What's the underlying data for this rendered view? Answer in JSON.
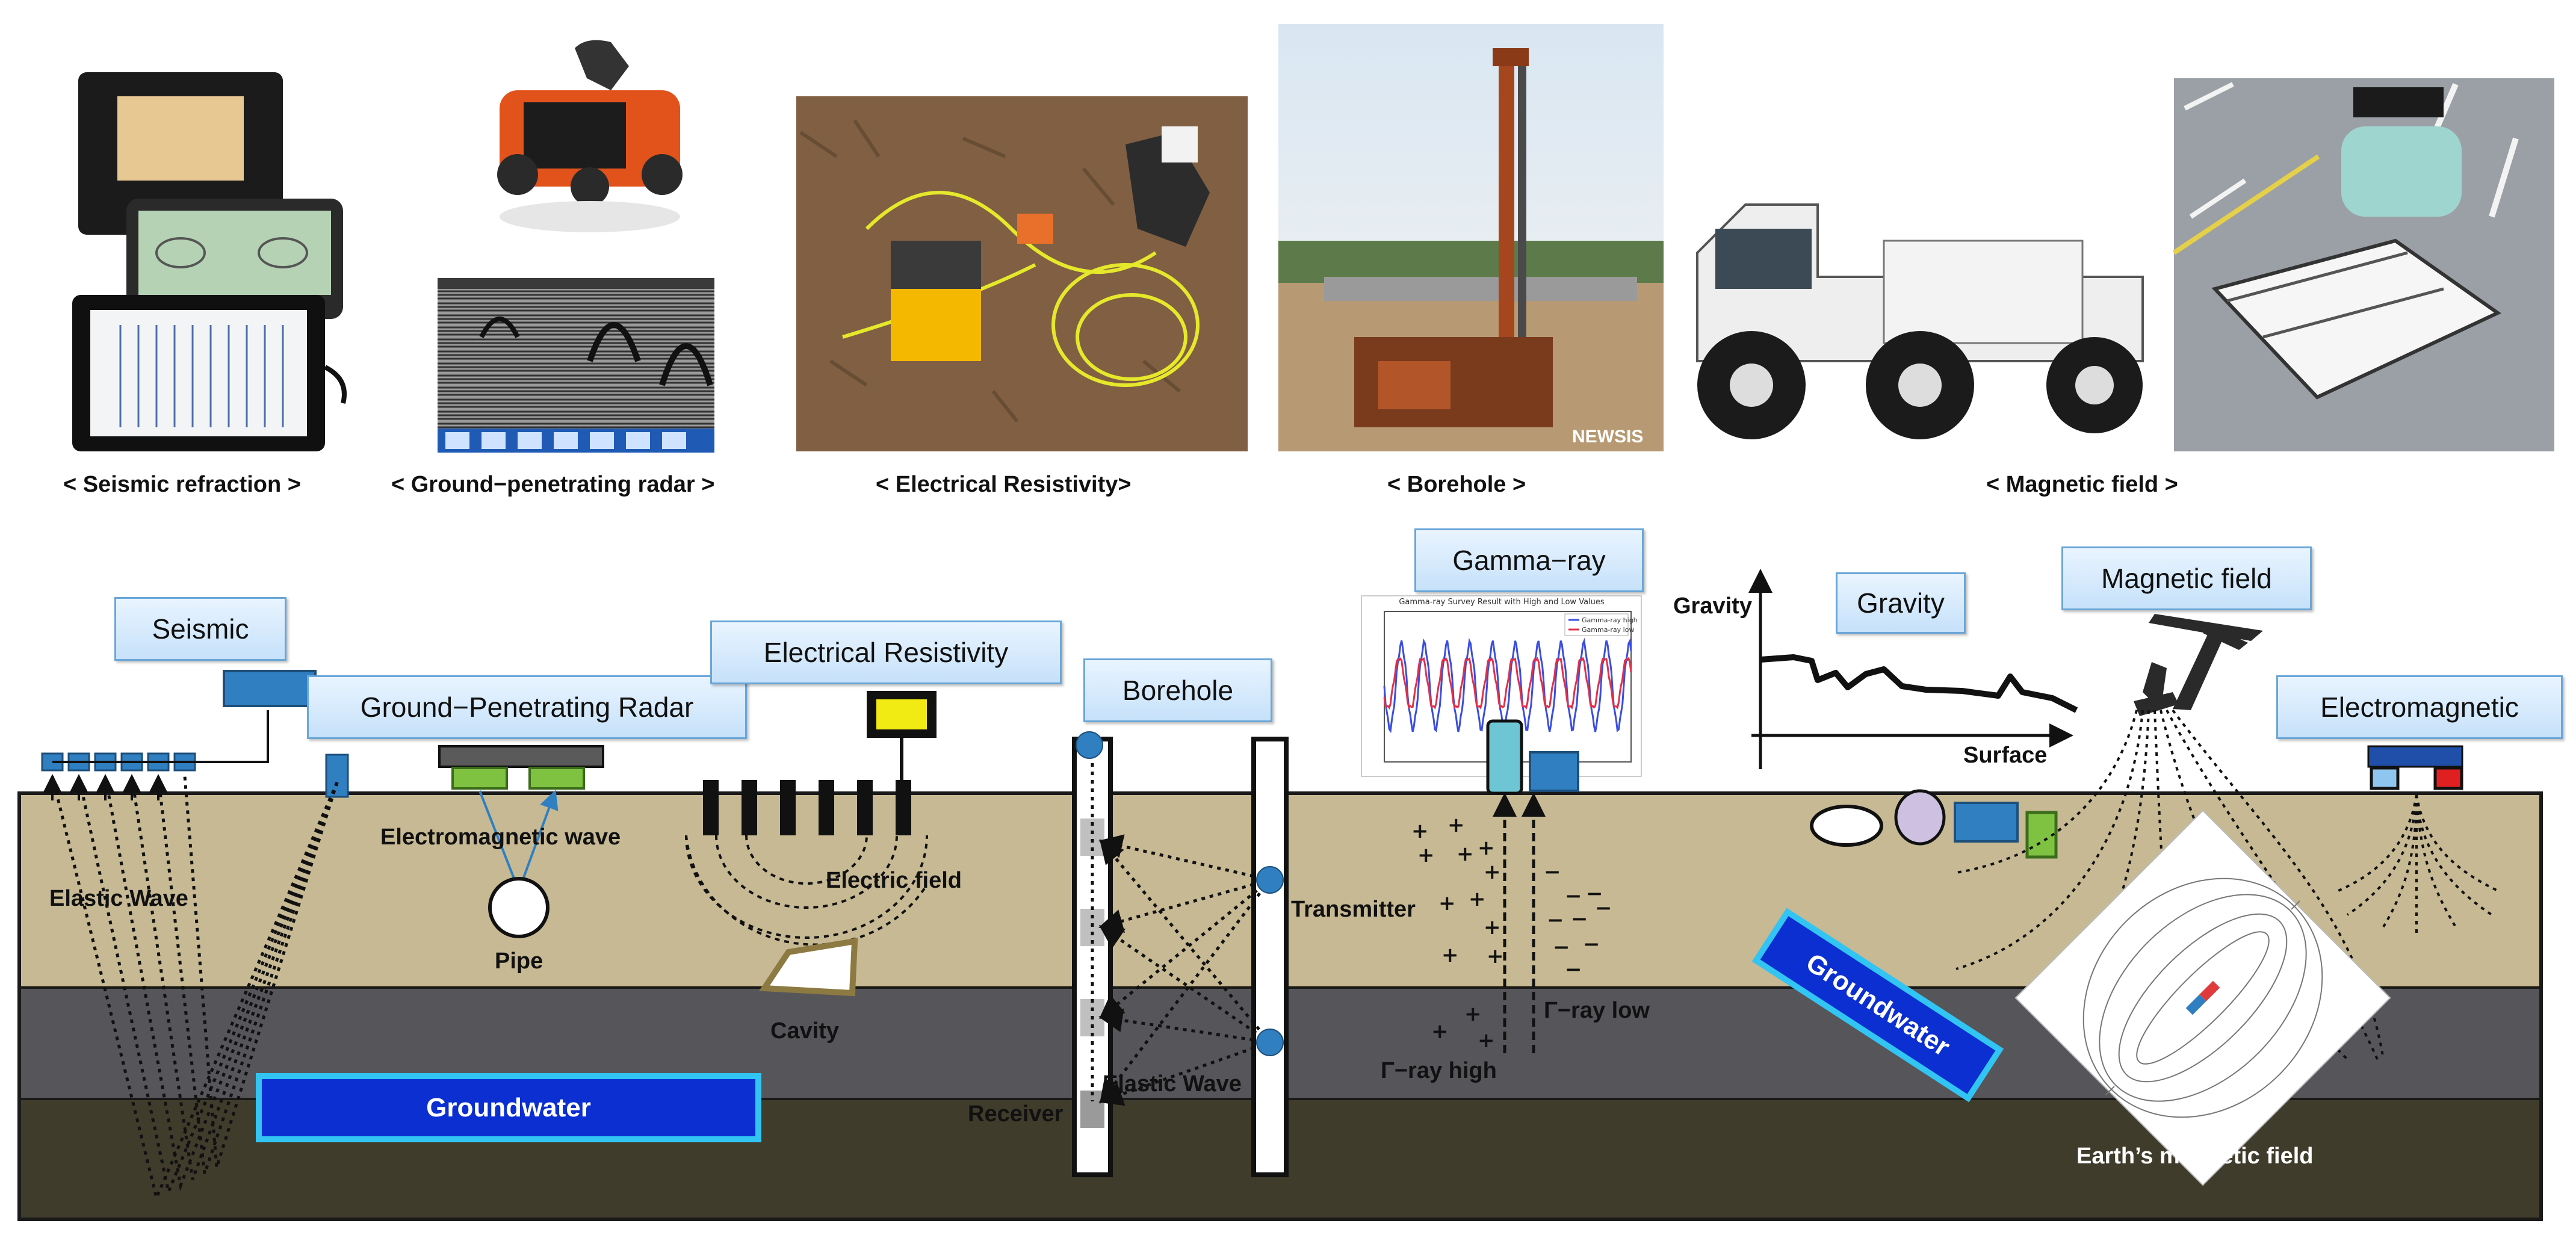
{
  "captions": {
    "seismic": "< Seismic refraction >",
    "gpr": "< Ground−penetrating radar >",
    "resistivity": "< Electrical Resistivity>",
    "borehole": "< Borehole >",
    "magnetic": "< Magnetic field >"
  },
  "methods": {
    "seismic": "Seismic",
    "gpr": "Ground−Penetrating Radar",
    "resistivity": "Electrical Resistivity",
    "borehole": "Borehole",
    "gamma": "Gamma−ray",
    "gravity": "Gravity",
    "magnetic": "Magnetic field",
    "electromagnetic": "Electromagnetic"
  },
  "labels": {
    "elastic_wave_left": "Elastic Wave",
    "em_wave": "Electromagnetic wave",
    "pipe": "Pipe",
    "electric_field": "Electric field",
    "cavity": "Cavity",
    "transmitter": "Transmitter",
    "receiver": "Receiver",
    "elastic_wave_borehole": "Elastic Wave",
    "ray_high": "Γ−ray high",
    "ray_low": "Γ−ray low",
    "groundwater_left": "Groundwater",
    "groundwater_right": "Groundwater",
    "earth_magnetic": "Earth’s magnetic field",
    "gravity_axis": "Gravity",
    "surface_axis": "Surface",
    "gamma_plot_title": "Gamma-ray Survey Result with High and Low Values",
    "gamma_legend_high": "Gamma-ray high",
    "gamma_legend_low": "Gamma-ray low",
    "photo_watermark": "NEWSIS"
  },
  "colors": {
    "soil_top": "#c6b994",
    "soil_mid": "#56565a",
    "soil_bottom": "#403c2c",
    "groundwater": "#0b2fd0",
    "groundwater_border": "#32c4f2",
    "device_blue": "#2f7fc1",
    "label_border": "#6aa6d8"
  }
}
